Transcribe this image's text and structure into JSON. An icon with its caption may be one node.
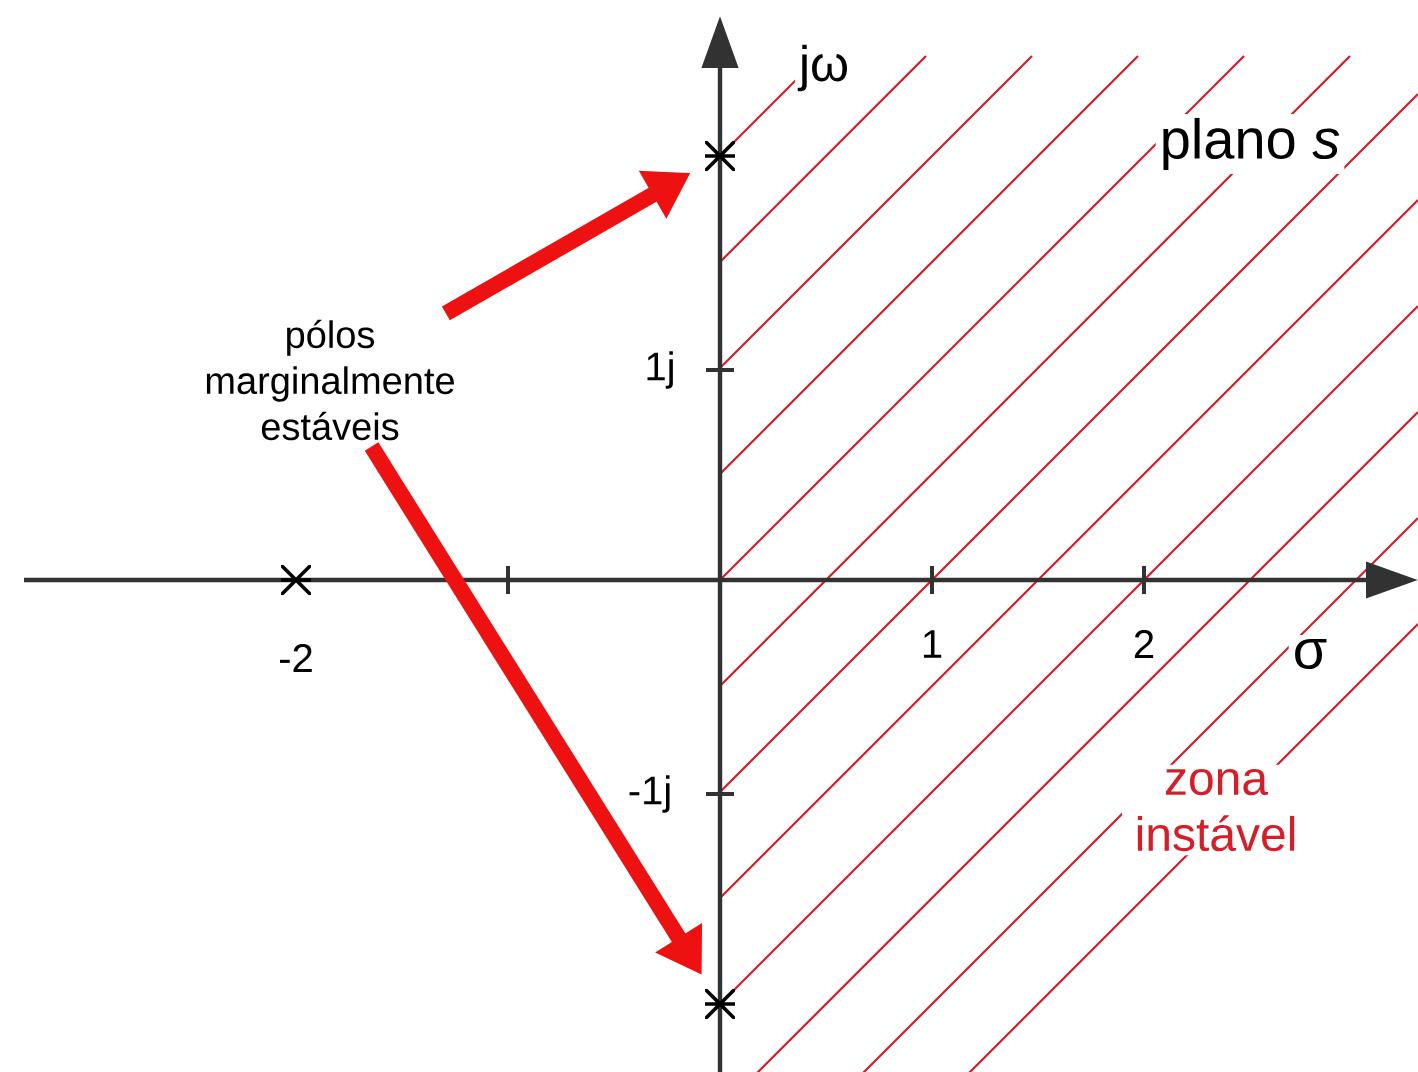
{
  "diagram": {
    "nodes": [
      {
        "text": [
          "pólos marginalmente estáveis"
        ]
      },
      {
        "text": [],
        "shape": "cross"
      },
      {
        "text": [],
        "shape": "cross"
      },
      {
        "text": [],
        "shape": "cross"
      }
    ],
    "edges": [
      {
        "from": 0,
        "to": 2,
        "arrow": "to"
      },
      {
        "from": 0,
        "to": 3,
        "arrow": "to"
      }
    ],
    "labels": [
      "jω",
      "plano *s*",
      "1j",
      "-2",
      "1",
      "2",
      "σ",
      "-1j",
      "zona instável"
    ]
  }
}
